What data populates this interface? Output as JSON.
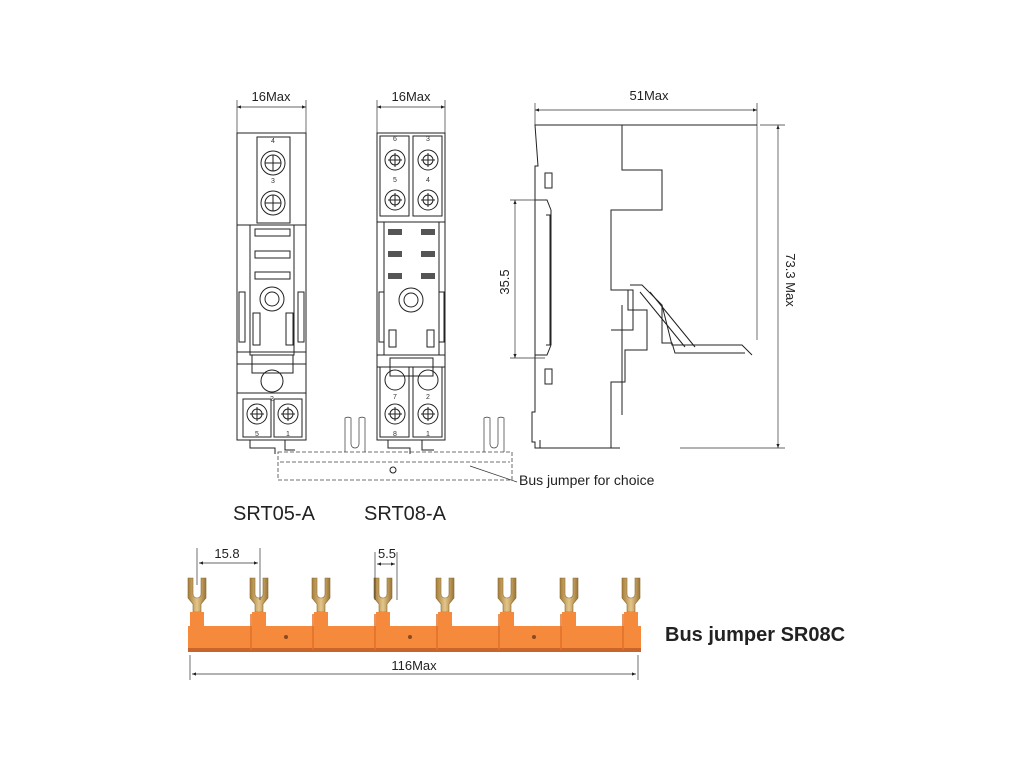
{
  "srt05": {
    "name": "SRT05-A",
    "width_dim": "16Max",
    "terminals": [
      "4",
      "3",
      "2",
      "5",
      "1"
    ]
  },
  "srt08": {
    "name": "SRT08-A",
    "width_dim": "16Max",
    "terminals": [
      "6",
      "3",
      "5",
      "4",
      "7",
      "2",
      "8",
      "1"
    ]
  },
  "side_view": {
    "depth_dim": "51Max",
    "height_dim": "73.3 Max",
    "rail_dim": "35.5"
  },
  "bus_jumper_note": "Bus jumper for choice",
  "bus_jumper": {
    "title": "Bus jumper  SR08C",
    "pitch_dim": "15.8",
    "fork_dim": "5.5",
    "length_dim": "116Max",
    "fork_count": 8,
    "colors": {
      "body": "#f58a3c",
      "body_dark": "#e0702a",
      "fork": "#c9a25a"
    }
  }
}
